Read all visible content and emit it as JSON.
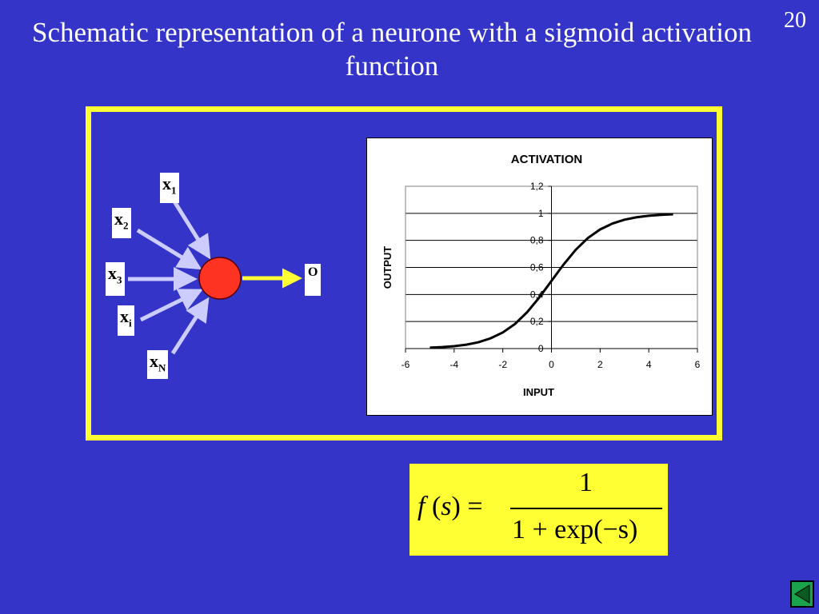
{
  "slide": {
    "number": "20",
    "title": "Schematic representation of a neurone with a sigmoid activation function"
  },
  "neuron": {
    "inputs": [
      {
        "base": "x",
        "sub": "1"
      },
      {
        "base": "x",
        "sub": "2"
      },
      {
        "base": "x",
        "sub": "3"
      },
      {
        "base": "x",
        "sub": "i"
      },
      {
        "base": "x",
        "sub": "N"
      }
    ],
    "output_label": "O",
    "colors": {
      "node": "#ff3322",
      "arrows": "#ccccff",
      "output_arrow": "#ffff33"
    }
  },
  "chart_data": {
    "type": "line",
    "title": "ACTIVATION",
    "xlabel": "INPUT",
    "ylabel": "OUTPUT",
    "xlim": [
      -6,
      6
    ],
    "ylim": [
      0,
      1.2
    ],
    "x_ticks": [
      "-6",
      "-4",
      "-2",
      "0",
      "2",
      "4",
      "6"
    ],
    "y_ticks": [
      "0",
      "0,2",
      "0,4",
      "0,6",
      "0,8",
      "1",
      "1,2"
    ],
    "grid": true,
    "series": [
      {
        "x_range": [
          -5,
          5
        ],
        "function": "sigmoid",
        "x": [
          -5,
          -4.5,
          -4,
          -3.5,
          -3,
          -2.5,
          -2,
          -1.5,
          -1,
          -0.5,
          0,
          0.5,
          1,
          1.5,
          2,
          2.5,
          3,
          3.5,
          4,
          4.5,
          5
        ],
        "y": [
          0.007,
          0.011,
          0.018,
          0.029,
          0.047,
          0.076,
          0.119,
          0.182,
          0.269,
          0.378,
          0.5,
          0.622,
          0.731,
          0.818,
          0.881,
          0.924,
          0.953,
          0.971,
          0.982,
          0.989,
          0.993
        ]
      }
    ]
  },
  "formula": {
    "lhs_f": "f",
    "lhs_rest": "(",
    "lhs_s": "s",
    "lhs_close": ") =",
    "numerator": "1",
    "denominator": "1 + exp(−s)"
  },
  "nav": {
    "icon": "back-icon"
  }
}
